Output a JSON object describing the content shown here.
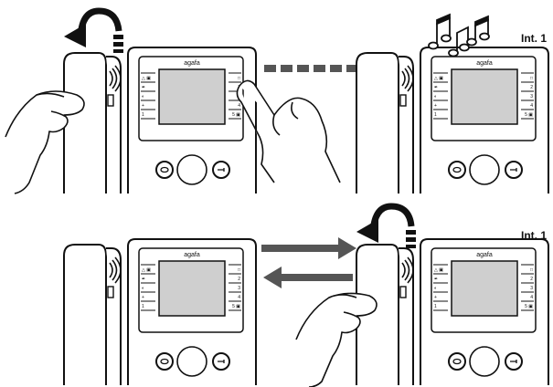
{
  "illustration": {
    "panels": [
      {
        "id": "top-left",
        "label": "",
        "brand": "agafa",
        "left_keys": [
          "△ ▣",
          "✒",
          "◐",
          "+",
          "1"
        ],
        "right_keys": [
          "□",
          "2",
          "3",
          "4",
          "5 ▣"
        ]
      },
      {
        "id": "top-right",
        "label": "Int. 1",
        "brand": "agafa",
        "left_keys": [
          "△ ▣",
          "✒",
          "◐",
          "+",
          "1"
        ],
        "right_keys": [
          "□",
          "2",
          "3",
          "4",
          "5 ▣"
        ]
      },
      {
        "id": "bottom-left",
        "label": "",
        "brand": "agafa",
        "left_keys": [
          "△ ▣",
          "✒",
          "◐",
          "+",
          "1"
        ],
        "right_keys": [
          "□",
          "2",
          "3",
          "4",
          "5 ▣"
        ]
      },
      {
        "id": "bottom-right",
        "label": "Int. 1",
        "brand": "agafa",
        "left_keys": [
          "△ ▣",
          "✒",
          "◐",
          "+",
          "1"
        ],
        "right_keys": [
          "□",
          "2",
          "3",
          "4",
          "5 ▣"
        ]
      }
    ],
    "colors": {
      "line": "#111111",
      "arrow": "#555555",
      "screen": "#cfcfcf"
    }
  }
}
